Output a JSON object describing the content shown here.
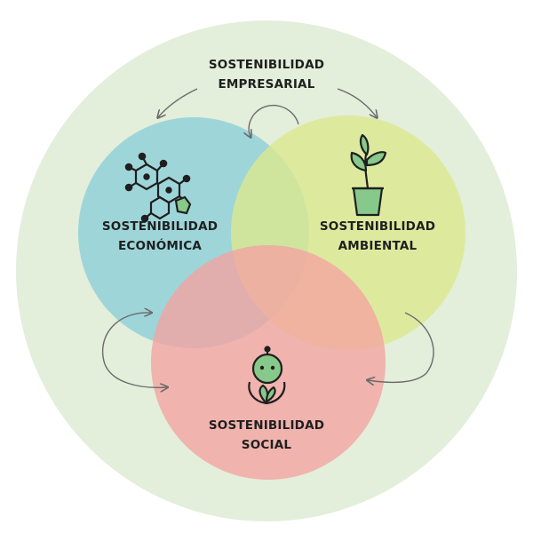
{
  "title": {
    "line1": "SOSTENIBILIDAD",
    "line2": "EMPRESARIAL"
  },
  "circles": [
    {
      "id": "economica",
      "line1": "SOSTENIBILIDAD",
      "line2": "ECONÓMICA",
      "color": "#8fcfd8",
      "icon": "molecule-network-icon"
    },
    {
      "id": "ambiental",
      "line1": "SOSTENIBILIDAD",
      "line2": "AMBIENTAL",
      "color": "#dbe88e",
      "icon": "potted-plant-icon"
    },
    {
      "id": "social",
      "line1": "SOSTENIBILIDAD",
      "line2": "SOCIAL",
      "color": "#f4a3a0",
      "icon": "person-holding-plant-icon"
    }
  ],
  "colors": {
    "outer_ring": "#e3eedb",
    "text": "#1f1f1f",
    "arrows": "#6b6b6b",
    "icon_green": "#86c98a"
  }
}
